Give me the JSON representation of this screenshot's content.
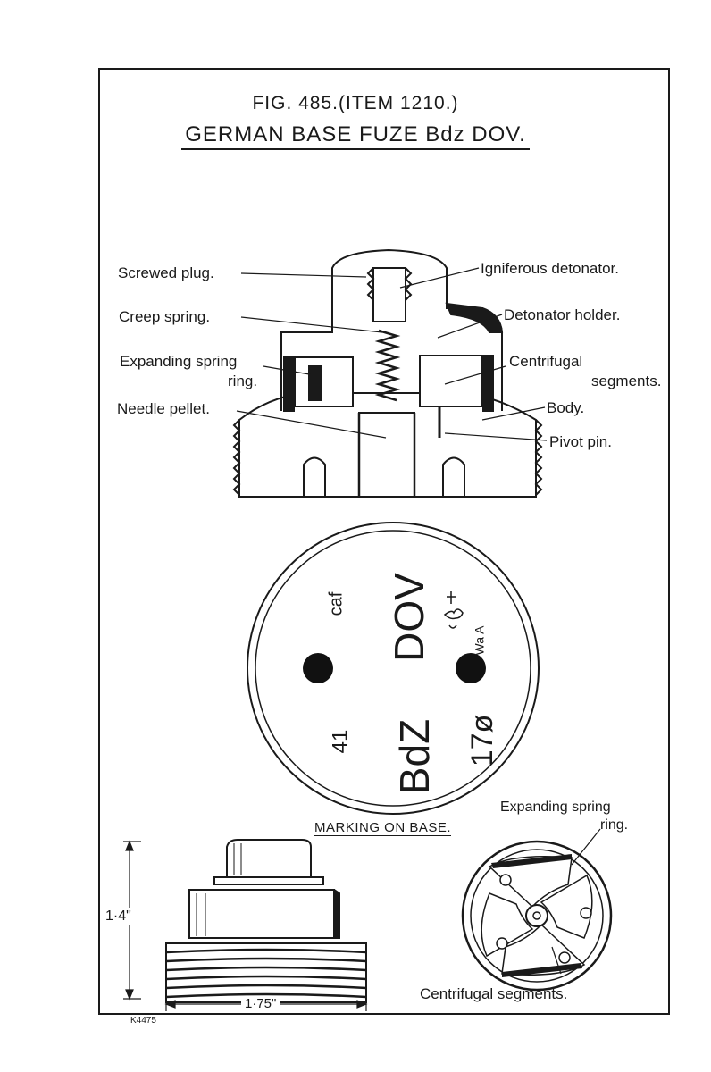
{
  "figure": {
    "number_line": "FIG. 485.(ITEM 1210.)",
    "title": "GERMAN BASE FUZE Bdz DOV."
  },
  "sectional_view": {
    "labels": {
      "screwed_plug": "Screwed plug.",
      "creep_spring": "Creep spring.",
      "expanding_spring_ring_1": "Expanding spring",
      "expanding_spring_ring_2": "ring.",
      "needle_pellet": "Needle pellet.",
      "igniferous_detonator": "Igniferous detonator.",
      "detonator_holder": "Detonator holder.",
      "centrifugal_segments_1": "Centrifugal",
      "centrifugal_segments_2": "segments.",
      "body": "Body.",
      "pivot_pin": "Pivot pin."
    }
  },
  "base_marking": {
    "caption": "MARKING ON BASE.",
    "texts": {
      "caf": "caf",
      "dov": "DOV",
      "waa": "Wa A",
      "num_41": "41",
      "bdz": "BdZ",
      "lot": "17ø"
    }
  },
  "side_view": {
    "height_dim": "1·4\"",
    "width_dim": "1·75\""
  },
  "internal_view": {
    "expanding_spring_ring_1": "Expanding spring",
    "expanding_spring_ring_2": "ring.",
    "centrifugal_segments": "Centrifugal segments."
  },
  "footer_code": "K4475",
  "colors": {
    "ink": "#1a1a1a",
    "paper": "#ffffff"
  }
}
